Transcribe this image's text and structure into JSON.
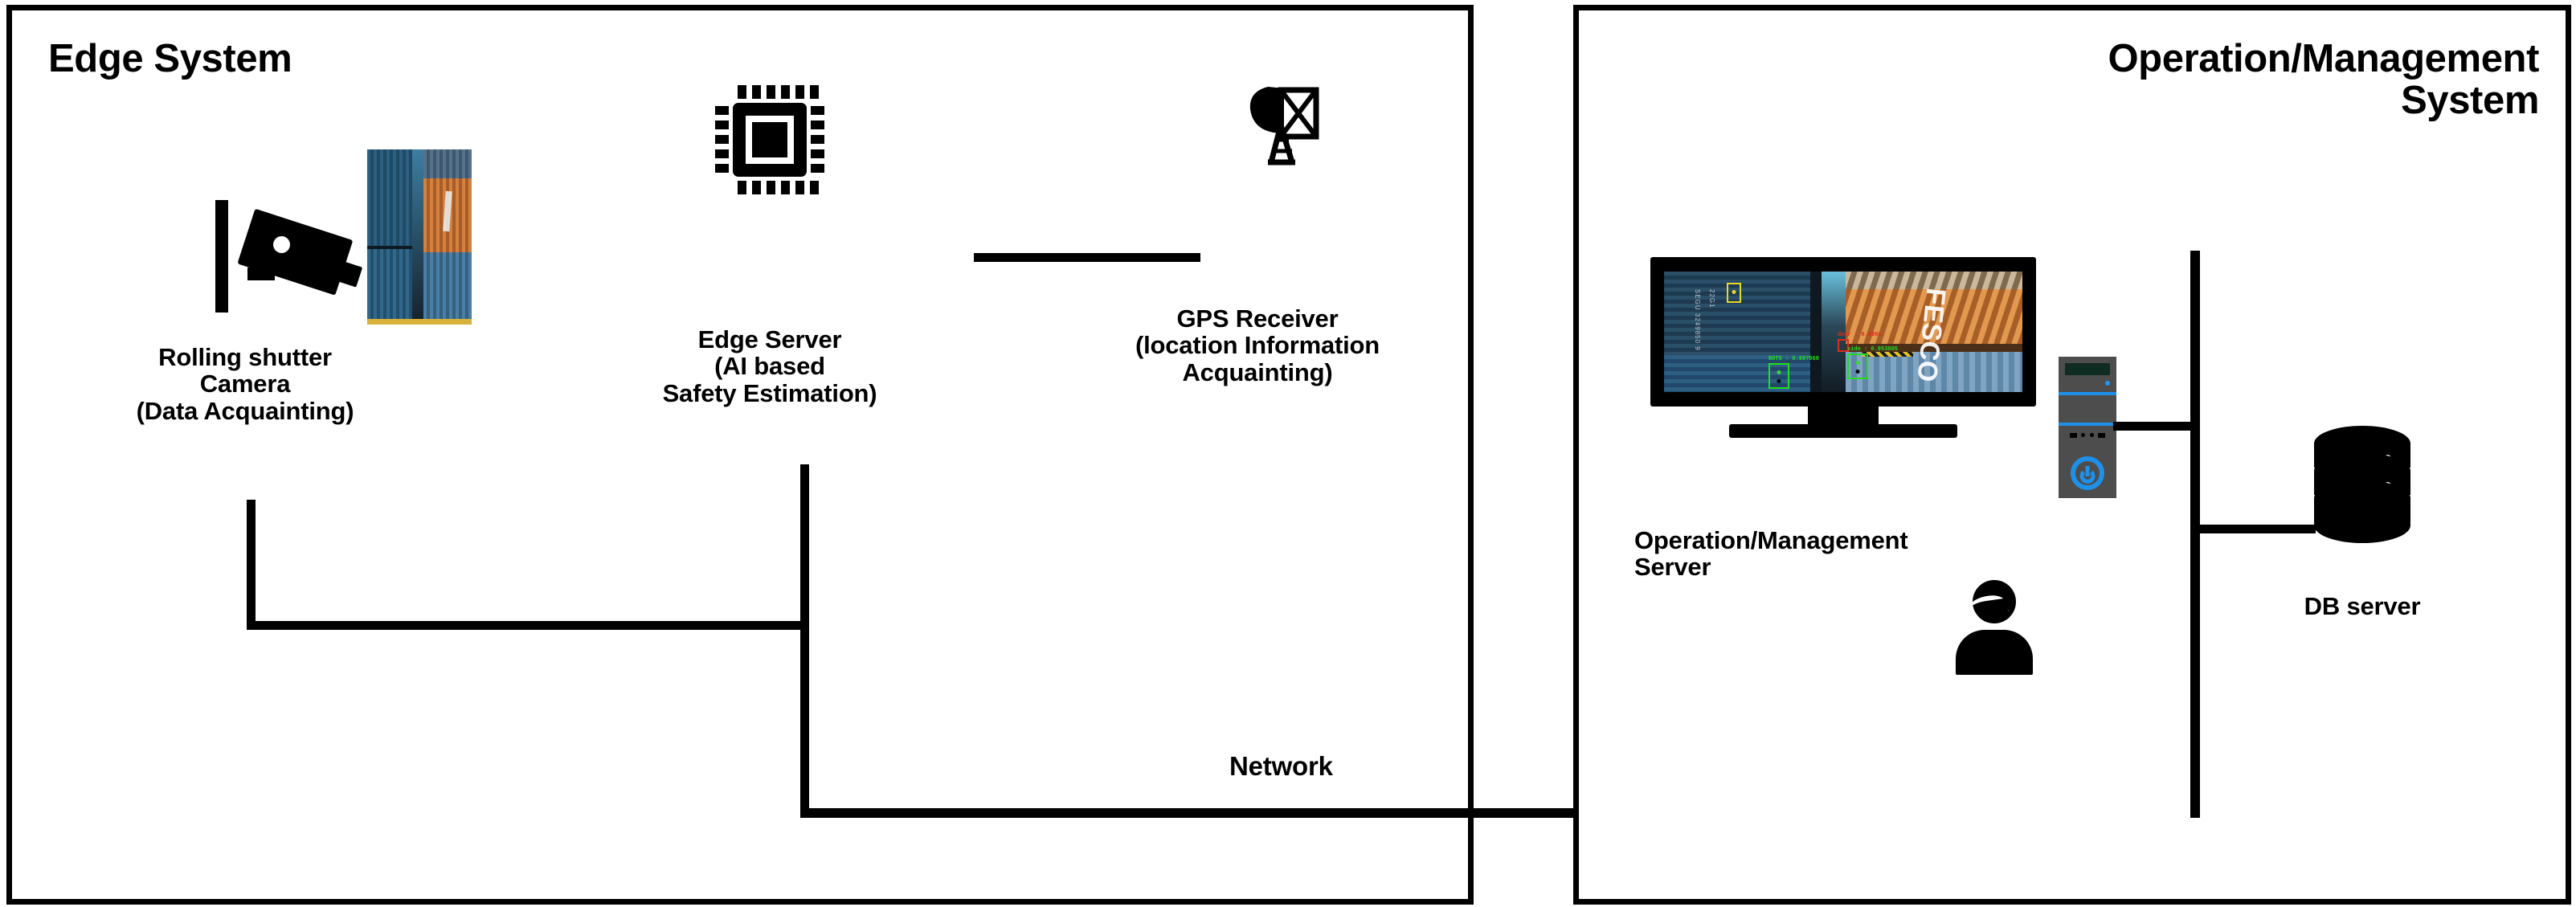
{
  "diagram": {
    "panels": {
      "edge": {
        "title": "Edge System"
      },
      "ops": {
        "title": "Operation/Management\nSystem"
      }
    },
    "network": {
      "label": "Network"
    },
    "nodes": {
      "camera": {
        "icon": "cctv-camera-icon",
        "label": "Rolling shutter\nCamera\n(Data Acquainting)"
      },
      "edge_server": {
        "icon": "cpu-chip-icon",
        "label": "Edge Server\n(AI based\nSafety Estimation)"
      },
      "gps": {
        "icon": "satellite-dish-icon",
        "label": "GPS Receiver\n(location Information\nAcquainting)"
      },
      "ops_server": {
        "icon": "monitor-icon",
        "label": "Operation/Management\nServer"
      },
      "db_server": {
        "icon": "database-cylinder-icon",
        "label": "DB server"
      },
      "operator": {
        "icon": "person-avatar-icon"
      },
      "tower": {
        "icon": "pc-tower-icon"
      }
    },
    "screen_feed": {
      "description": "container yard surveillance feed",
      "container_text": "FESCO",
      "detections": [
        {
          "id": "det-yellow",
          "color": "#e8d82a",
          "label": ""
        },
        {
          "id": "det-red",
          "color": "#e02b1f",
          "label": "door : 0.9901"
        },
        {
          "id": "det-green-1",
          "color": "#22dd22",
          "label": "BOTS : 0.997068"
        },
        {
          "id": "det-green-2",
          "color": "#22dd22",
          "label": "side : 0.953805"
        }
      ]
    },
    "colors": {
      "stroke": "#000000",
      "tower_body": "#4d4d4d",
      "tower_accent": "#1f90e8",
      "tower_slot": "#0f2c22"
    }
  }
}
